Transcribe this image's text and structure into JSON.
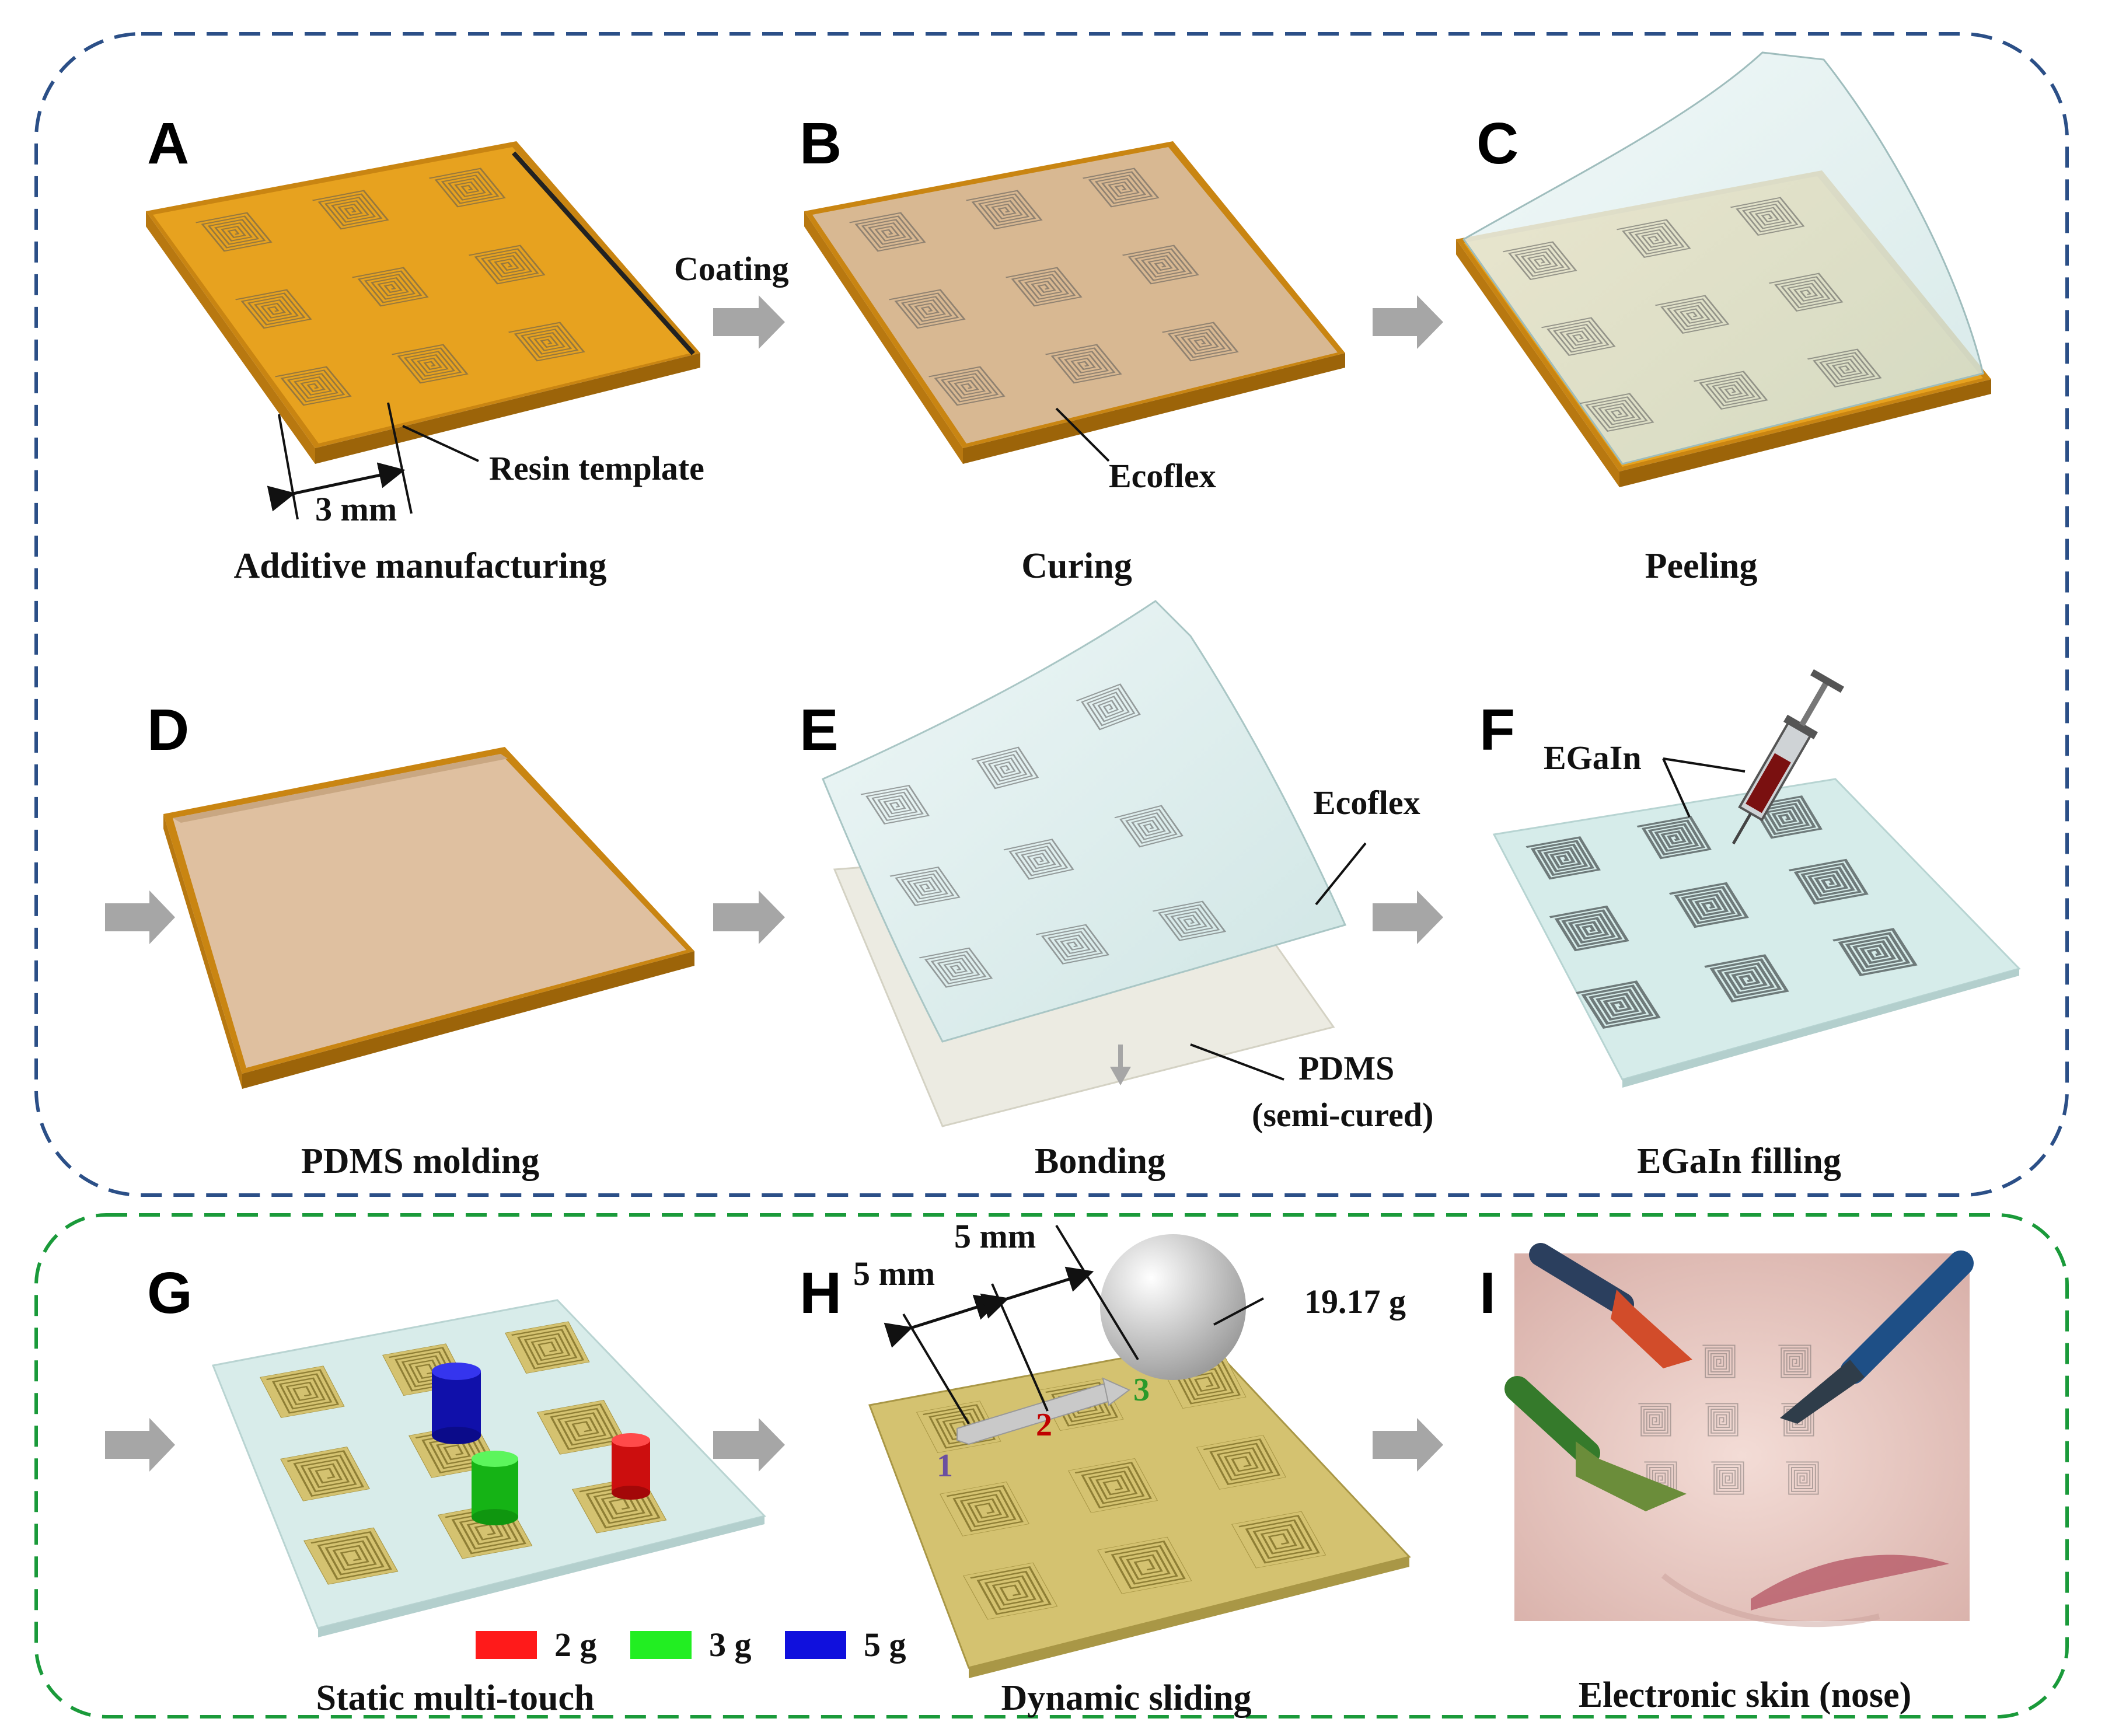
{
  "panels": {
    "a": {
      "letter": "A",
      "caption": "Additive manufacturing",
      "label_template": "Resin template",
      "dimension": "3 mm"
    },
    "b": {
      "letter": "B",
      "caption": "Curing",
      "label_coating": "Coating",
      "label_material": "Ecoflex"
    },
    "c": {
      "letter": "C",
      "caption": "Peeling"
    },
    "d": {
      "letter": "D",
      "caption": "PDMS molding"
    },
    "e": {
      "letter": "E",
      "caption": "Bonding",
      "label_top": "Ecoflex",
      "label_bottom_1": "PDMS",
      "label_bottom_2": "(semi-cured)"
    },
    "f": {
      "letter": "F",
      "caption": "EGaIn filling",
      "label": "EGaIn"
    },
    "g": {
      "letter": "G",
      "caption": "Static multi-touch"
    },
    "h": {
      "letter": "H",
      "caption": "Dynamic sliding",
      "dim_1": "5 mm",
      "dim_2": "5 mm",
      "mass": "19.17 g",
      "point_1": "1",
      "point_2": "2",
      "point_3": "3"
    },
    "i": {
      "letter": "I",
      "caption": "Electronic skin (nose)"
    }
  },
  "legend": [
    {
      "label": "2 g",
      "color": "#ff1a1a"
    },
    {
      "label": "3 g",
      "color": "#22ee22"
    },
    {
      "label": "5 g",
      "color": "#1010dd"
    }
  ],
  "colors": {
    "resin": "#e7a21f",
    "ecoflex": "#d8ecec",
    "pdms": "#ecebe2",
    "sensor": "#d4c270",
    "top_border": "#2b4f87",
    "bottom_border": "#1a9a3a",
    "arrow": "#a6a6a6"
  }
}
